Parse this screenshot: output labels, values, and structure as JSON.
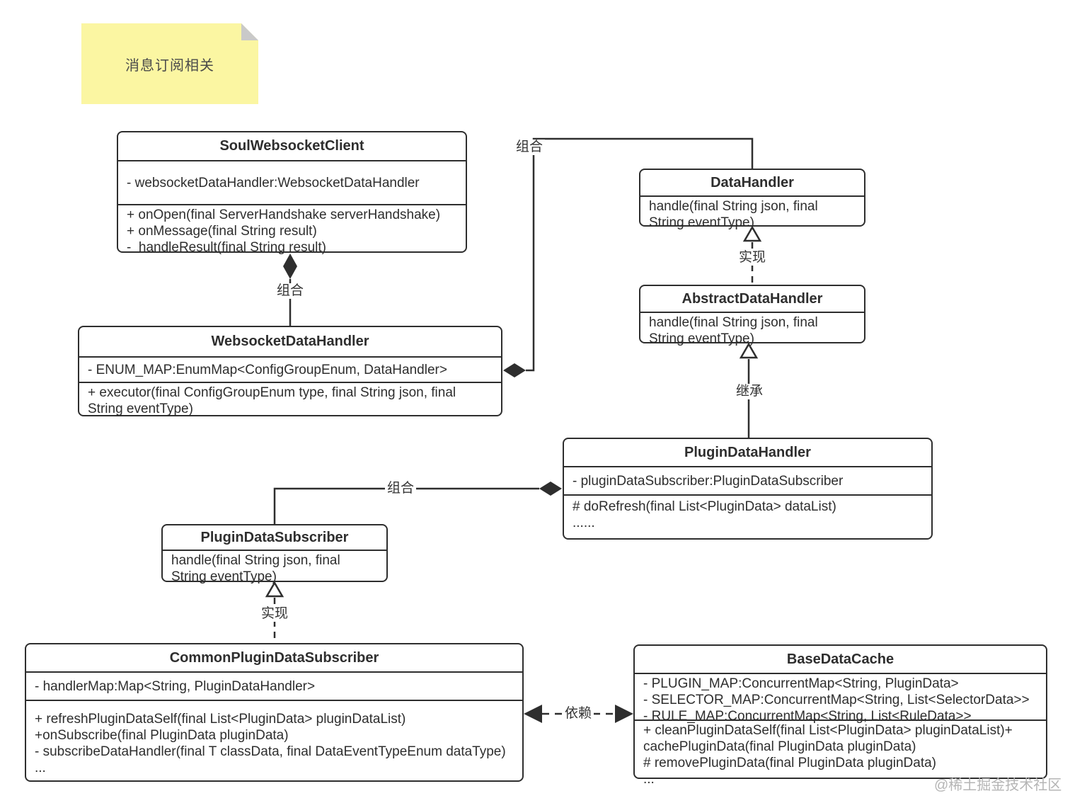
{
  "note": {
    "text": "消息订阅相关"
  },
  "colors": {
    "line": "#2e2e2e",
    "note_bg": "#FBF6A2",
    "note_fold": "#C9C9C9",
    "watermark": "#B5B5B5"
  },
  "watermark": {
    "text": "@稀土掘金技术社区"
  },
  "classes": [
    {
      "name": "SoulWebsocketClient",
      "title": "SoulWebsocketClient",
      "attributes": [
        "- websocketDataHandler:WebsocketDataHandler"
      ],
      "methods": [
        "+ onOpen(final ServerHandshake serverHandshake)",
        "+ onMessage(final String result)",
        "-  handleResult(final String result)"
      ]
    },
    {
      "name": "WebsocketDataHandler",
      "title": "WebsocketDataHandler",
      "attributes": [
        "- ENUM_MAP:EnumMap<ConfigGroupEnum, DataHandler>"
      ],
      "methods": [
        "+ executor(final ConfigGroupEnum type, final String json, final",
        "String eventType)"
      ]
    },
    {
      "name": "DataHandler",
      "title": "DataHandler",
      "attributes": [],
      "methods": [
        "handle(final String json, final",
        "String eventType)"
      ]
    },
    {
      "name": "AbstractDataHandler",
      "title": "AbstractDataHandler",
      "attributes": [],
      "methods": [
        "handle(final String json, final",
        "String eventType)"
      ]
    },
    {
      "name": "PluginDataHandler",
      "title": "PluginDataHandler",
      "attributes": [
        "- pluginDataSubscriber:PluginDataSubscriber"
      ],
      "methods": [
        "# doRefresh(final List<PluginData> dataList)",
        "......"
      ]
    },
    {
      "name": "PluginDataSubscriber",
      "title": "PluginDataSubscriber",
      "attributes": [],
      "methods": [
        "handle(final String json, final",
        "String eventType)"
      ]
    },
    {
      "name": "CommonPluginDataSubscriber",
      "title": "CommonPluginDataSubscriber",
      "attributes": [
        "- handlerMap:Map<String, PluginDataHandler>"
      ],
      "methods": [
        "+ refreshPluginDataSelf(final List<PluginData> pluginDataList)",
        "+onSubscribe(final PluginData pluginData)",
        "- subscribeDataHandler(final T classData, final DataEventTypeEnum dataType)",
        "..."
      ]
    },
    {
      "name": "BaseDataCache",
      "title": "BaseDataCache",
      "attributes": [
        "- PLUGIN_MAP:ConcurrentMap<String, PluginData>",
        "- SELECTOR_MAP:ConcurrentMap<String, List<SelectorData>>",
        "- RULE_MAP:ConcurrentMap<String, List<RuleData>>"
      ],
      "methods": [
        "+ cleanPluginDataSelf(final List<PluginData> pluginDataList)+",
        "cachePluginData(final PluginData pluginData)",
        "# removePluginData(final PluginData pluginData)",
        "..."
      ]
    }
  ],
  "edges": [
    {
      "type": "composition",
      "label": "组合",
      "from": "WebsocketDataHandler",
      "to": "SoulWebsocketClient"
    },
    {
      "type": "composition",
      "label": "组合",
      "from": "WebsocketDataHandler",
      "to": "DataHandler"
    },
    {
      "type": "realization",
      "label": "实现",
      "from": "AbstractDataHandler",
      "to": "DataHandler"
    },
    {
      "type": "inheritance",
      "label": "继承",
      "from": "PluginDataHandler",
      "to": "AbstractDataHandler"
    },
    {
      "type": "composition",
      "label": "组合",
      "from": "PluginDataSubscriber",
      "to": "PluginDataHandler"
    },
    {
      "type": "realization",
      "label": "实现",
      "from": "CommonPluginDataSubscriber",
      "to": "PluginDataSubscriber"
    },
    {
      "type": "dependency",
      "label": "依赖",
      "from": "CommonPluginDataSubscriber",
      "to": "BaseDataCache"
    }
  ]
}
